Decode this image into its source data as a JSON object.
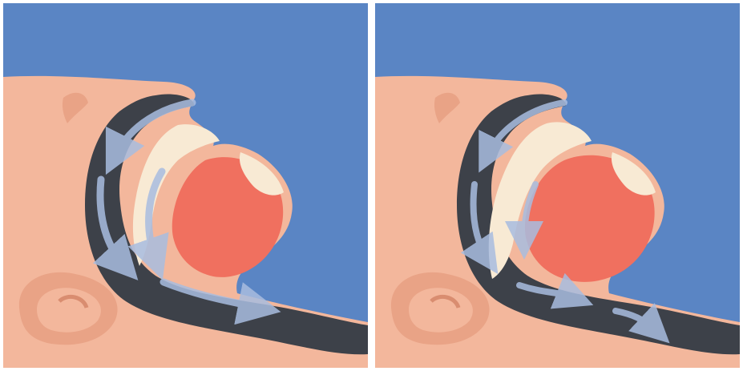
{
  "panels": [
    {
      "id": "left",
      "airway": "open"
    },
    {
      "id": "right",
      "airway": "narrowed"
    }
  ],
  "colors": {
    "sky": "#5a85c4",
    "skin": "#f3b79c",
    "skin_shade": "#e9a386",
    "airway": "#3d4149",
    "tongue": "#f0705f",
    "palate": "#f8ead4",
    "airflow": "#a9bde0"
  },
  "icons": [
    "ear-icon",
    "nose-icon",
    "tongue-shape",
    "airflow-arrow-icon"
  ]
}
